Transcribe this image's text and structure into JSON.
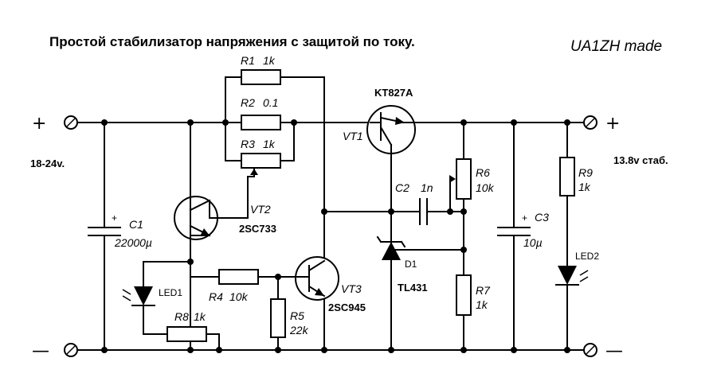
{
  "title": "Простой стабилизатор напряжения с защитой по току.",
  "author": "UA1ZH made",
  "input_voltage": "18-24v.",
  "output_voltage": "13.8v стаб.",
  "signs": {
    "plus": "+",
    "minus": "—"
  },
  "components": {
    "R1": {
      "ref": "R1",
      "value": "1k"
    },
    "R2": {
      "ref": "R2",
      "value": "0.1"
    },
    "R3": {
      "ref": "R3",
      "value": "1k"
    },
    "R4": {
      "ref": "R4",
      "value": "10k"
    },
    "R5": {
      "ref": "R5",
      "value": "22k"
    },
    "R6": {
      "ref": "R6",
      "value": "10k"
    },
    "R7": {
      "ref": "R7",
      "value": "1k"
    },
    "R8": {
      "ref": "R8",
      "value": "1k"
    },
    "R9": {
      "ref": "R9",
      "value": "1k"
    },
    "C1": {
      "ref": "C1",
      "value": "22000µ"
    },
    "C2": {
      "ref": "C2",
      "value": "1n"
    },
    "C3": {
      "ref": "C3",
      "value": "10µ"
    },
    "VT1": {
      "ref": "VT1",
      "type": "KT827A"
    },
    "VT2": {
      "ref": "VT2",
      "type": "2SC733"
    },
    "VT3": {
      "ref": "VT3",
      "type": "2SC945"
    },
    "D1": {
      "ref": "D1",
      "type": "TL431"
    },
    "LED1": {
      "ref": "LED1"
    },
    "LED2": {
      "ref": "LED2"
    }
  }
}
